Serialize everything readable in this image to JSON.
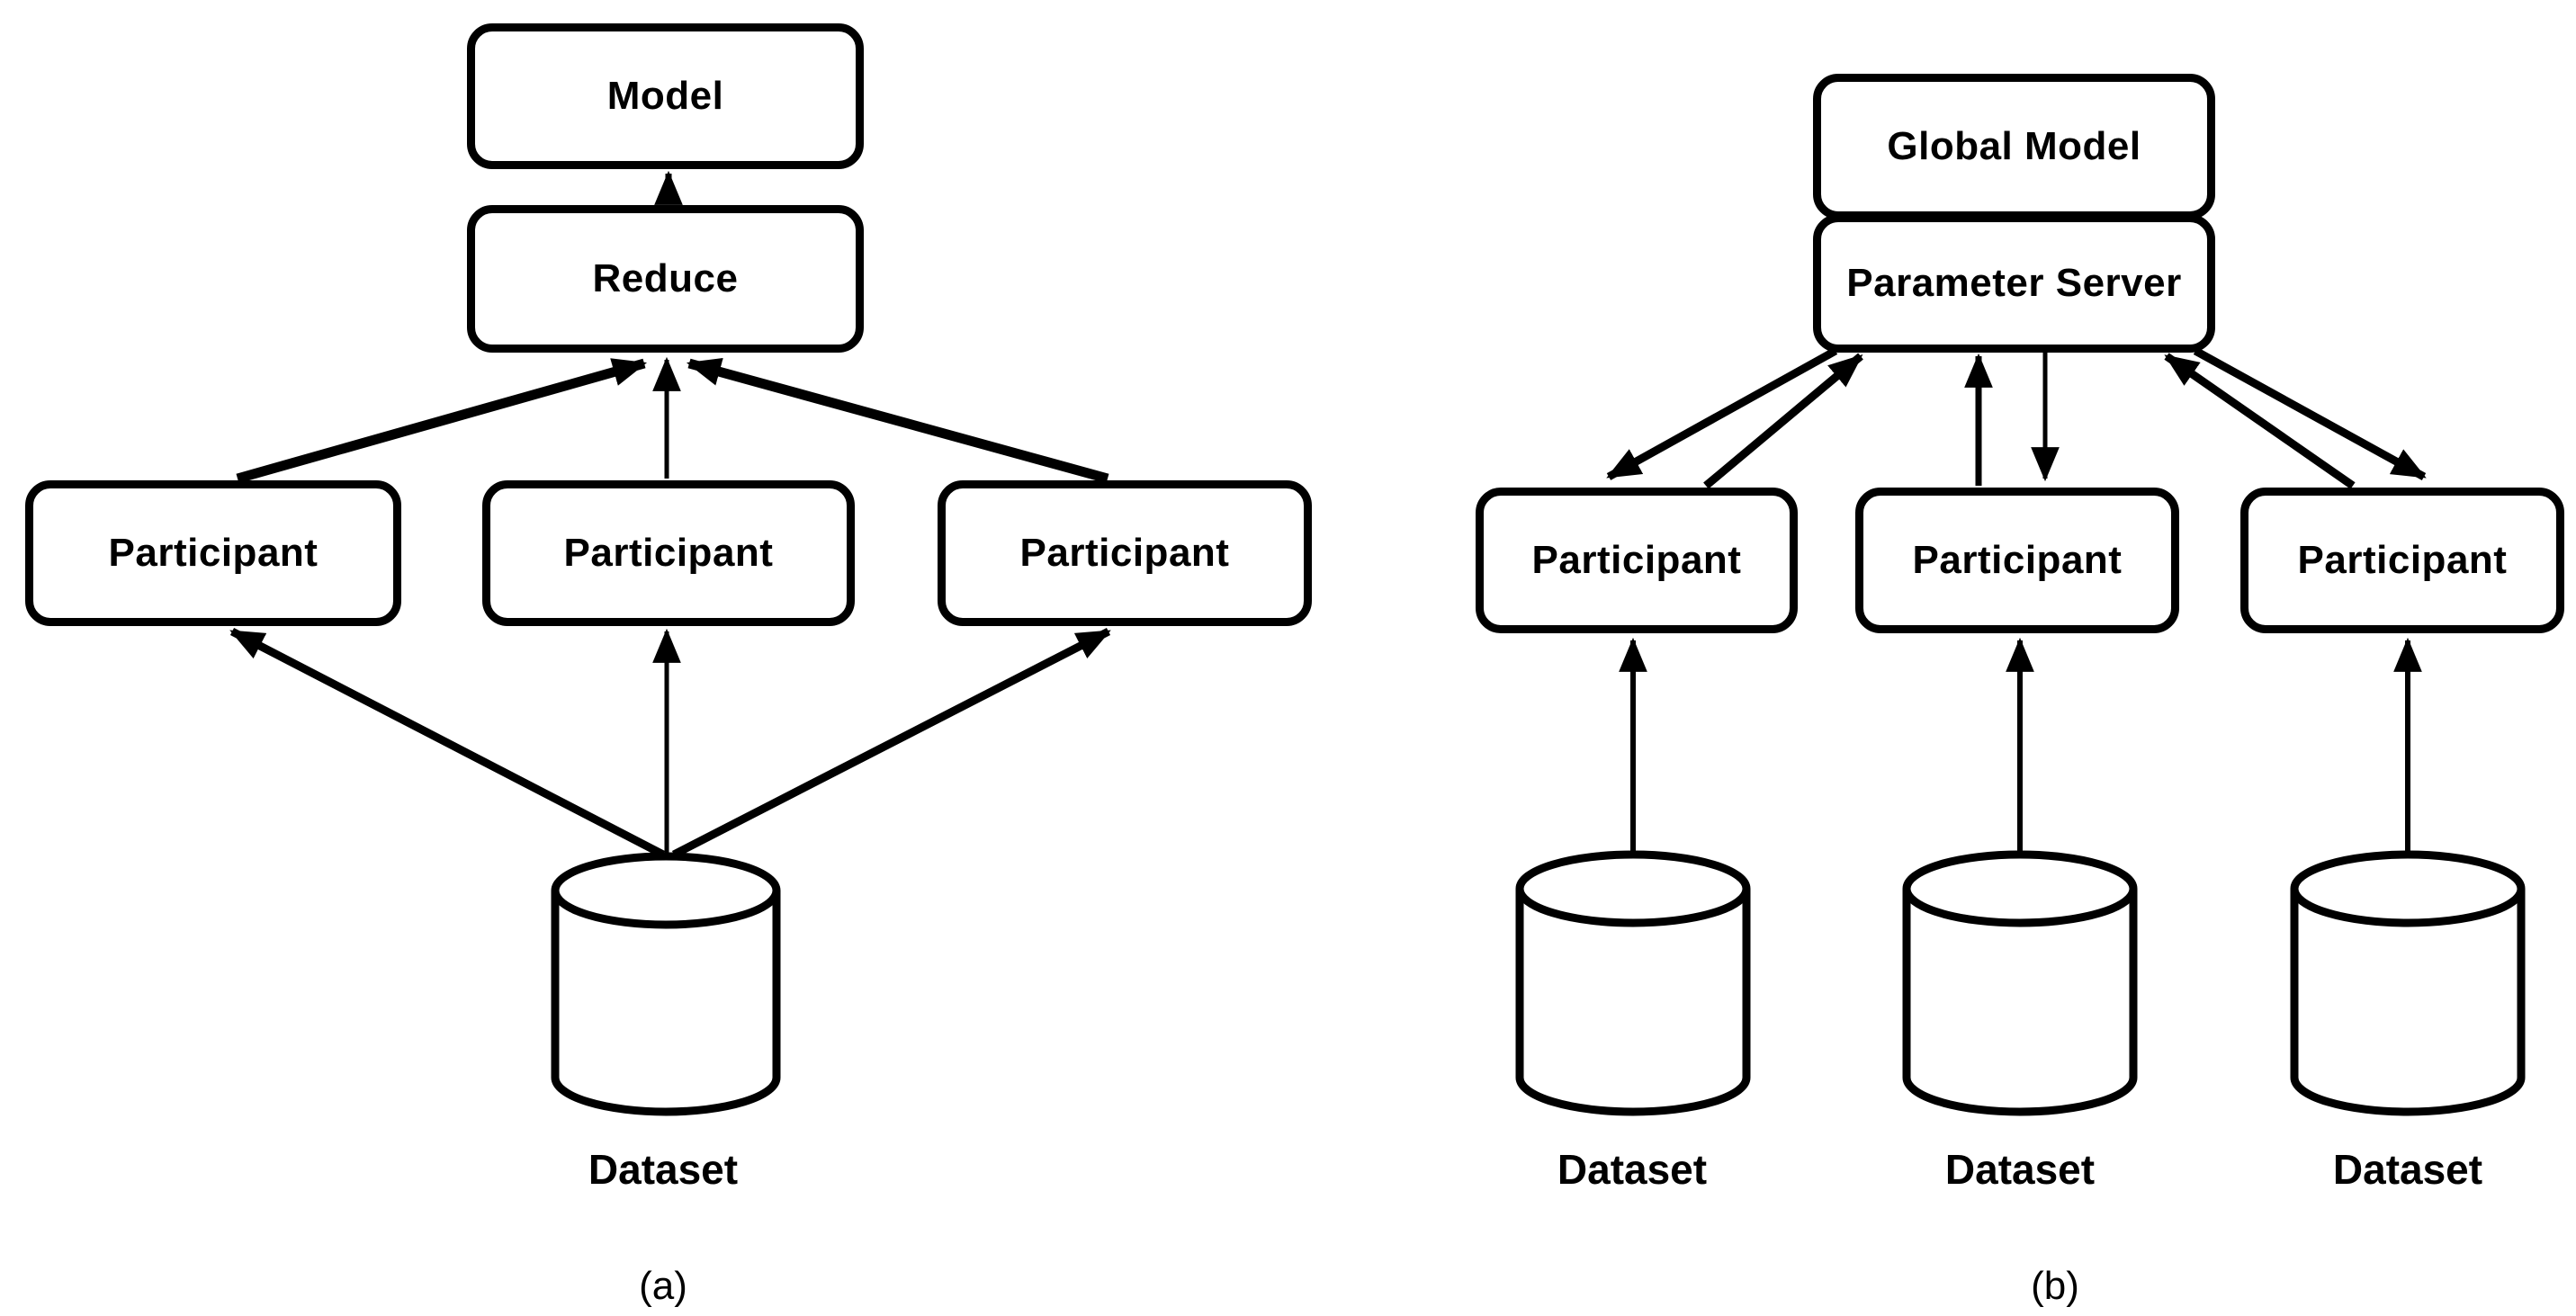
{
  "panel_a": {
    "caption": "(a)",
    "model_label": "Model",
    "reduce_label": "Reduce",
    "participants": [
      "Participant",
      "Participant",
      "Participant"
    ],
    "dataset_label": "Dataset"
  },
  "panel_b": {
    "caption": "(b)",
    "global_model_label": "Global Model",
    "parameter_server_label": "Parameter Server",
    "participants": [
      "Participant",
      "Participant",
      "Participant"
    ],
    "dataset_labels": [
      "Dataset",
      "Dataset",
      "Dataset"
    ]
  },
  "colors": {
    "line": "#000000",
    "node_fill": "#ffffff",
    "background": "#ffffff",
    "text": "#000000"
  }
}
